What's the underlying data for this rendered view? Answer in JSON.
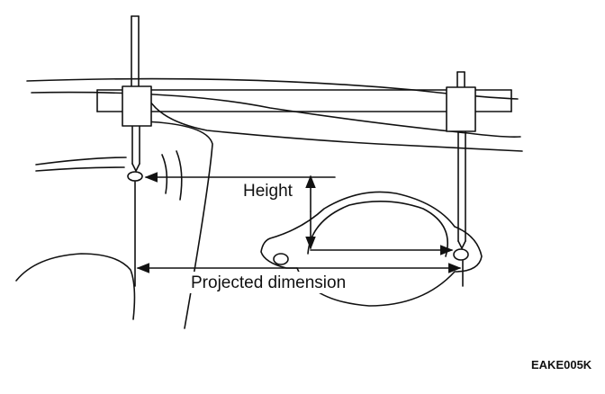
{
  "labels": {
    "height": "Height",
    "projected_dimension": "Projected dimension",
    "figure_code": "EAKE005K"
  },
  "colors": {
    "line": "#111111",
    "background": "#ffffff"
  }
}
